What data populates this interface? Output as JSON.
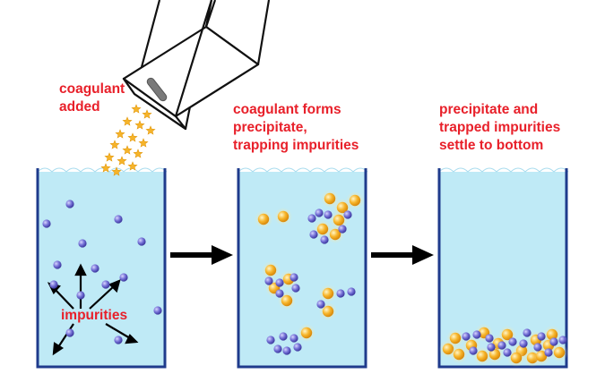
{
  "colors": {
    "label": "#e8202a",
    "water": "#bfeaf6",
    "beaker_outline": "#1f3b8c",
    "impurity": "#6a66cc",
    "precipitate": "#f2a81e",
    "arrow": "#000000",
    "box_outline": "#111111"
  },
  "icons": [
    "coagulant-box-icon",
    "star-icon",
    "impurity-particle-icon",
    "precipitate-particle-icon",
    "arrow-right-icon"
  ],
  "stages": [
    {
      "id": "stage-1",
      "label_lines": [
        "coagulant",
        "added"
      ],
      "annotation": "impurities"
    },
    {
      "id": "stage-2",
      "label_lines": [
        "coagulant forms",
        "precipitate,",
        "trapping impurities"
      ]
    },
    {
      "id": "stage-3",
      "label_lines": [
        "precipitate and",
        "trapped impurities",
        "settle to bottom"
      ]
    }
  ]
}
